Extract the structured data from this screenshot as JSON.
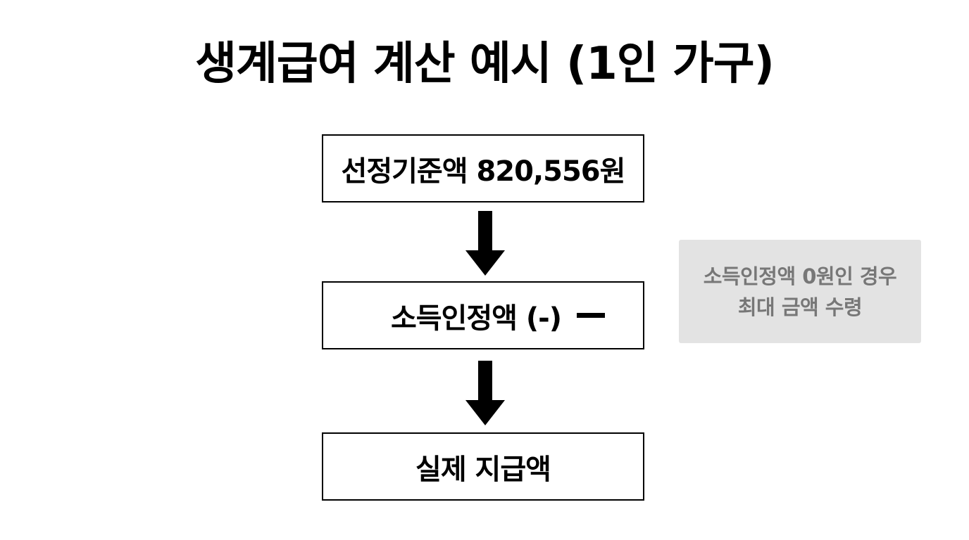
{
  "title": "생계급여 계산 예시 (1인 가구)",
  "flow": {
    "step1": "선정기준액 820,556원",
    "step2": "소득인정액 (-)",
    "step3": "실제 지급액"
  },
  "note": {
    "line1": "소득인정액 0원인 경우",
    "line2": "최대 금액 수령"
  },
  "colors": {
    "stroke": "#000000",
    "note_bg": "#e3e3e3",
    "note_text": "#777777"
  },
  "icons": {
    "arrow": "down-arrow-icon",
    "minus": "minus-icon"
  }
}
